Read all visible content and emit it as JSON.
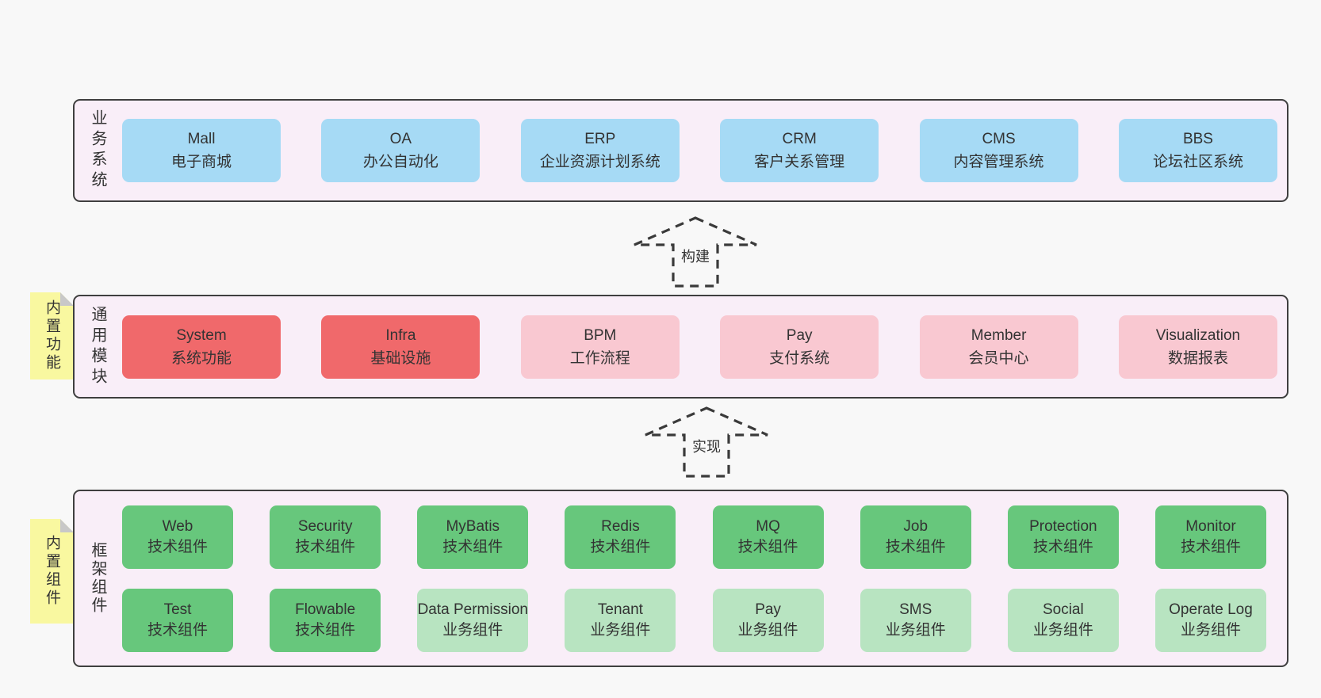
{
  "colors": {
    "page_bg": "#f8f8f8",
    "panel_bg": "#f9eef8",
    "panel_border": "#3f3f3f",
    "blue_box": "#a6daf5",
    "red_box": "#f0696b",
    "pink_box": "#f9c8d1",
    "green_box": "#67c77c",
    "green_light_box": "#b8e4c1",
    "note_yellow": "#f9f8a0",
    "note_fold_gray": "#c8c8c8",
    "text": "#333333"
  },
  "arrows": [
    {
      "label": "构建"
    },
    {
      "label": "实现"
    }
  ],
  "sections": {
    "business": {
      "label": "业务系统",
      "boxes": [
        {
          "name": "Mall",
          "desc": "电子商城",
          "variant": "blue"
        },
        {
          "name": "OA",
          "desc": "办公自动化",
          "variant": "blue"
        },
        {
          "name": "ERP",
          "desc": "企业资源计划系统",
          "variant": "blue"
        },
        {
          "name": "CRM",
          "desc": "客户关系管理",
          "variant": "blue"
        },
        {
          "name": "CMS",
          "desc": "内容管理系统",
          "variant": "blue"
        },
        {
          "name": "BBS",
          "desc": "论坛社区系统",
          "variant": "blue"
        }
      ]
    },
    "modules": {
      "label": "通用模块",
      "note": "内置功能",
      "boxes": [
        {
          "name": "System",
          "desc": "系统功能",
          "variant": "red"
        },
        {
          "name": "Infra",
          "desc": "基础设施",
          "variant": "red"
        },
        {
          "name": "BPM",
          "desc": "工作流程",
          "variant": "pink"
        },
        {
          "name": "Pay",
          "desc": "支付系统",
          "variant": "pink"
        },
        {
          "name": "Member",
          "desc": "会员中心",
          "variant": "pink"
        },
        {
          "name": "Visualization",
          "desc": "数据报表",
          "variant": "pink"
        }
      ]
    },
    "framework": {
      "label": "框架组件",
      "note": "内置组件",
      "rows": [
        [
          {
            "name": "Web",
            "desc": "技术组件",
            "variant": "green"
          },
          {
            "name": "Security",
            "desc": "技术组件",
            "variant": "green"
          },
          {
            "name": "MyBatis",
            "desc": "技术组件",
            "variant": "green"
          },
          {
            "name": "Redis",
            "desc": "技术组件",
            "variant": "green"
          },
          {
            "name": "MQ",
            "desc": "技术组件",
            "variant": "green"
          },
          {
            "name": "Job",
            "desc": "技术组件",
            "variant": "green"
          },
          {
            "name": "Protection",
            "desc": "技术组件",
            "variant": "green"
          },
          {
            "name": "Monitor",
            "desc": "技术组件",
            "variant": "green"
          }
        ],
        [
          {
            "name": "Test",
            "desc": "技术组件",
            "variant": "green"
          },
          {
            "name": "Flowable",
            "desc": "技术组件",
            "variant": "green"
          },
          {
            "name": "Data Permission",
            "desc": "业务组件",
            "variant": "green-light"
          },
          {
            "name": "Tenant",
            "desc": "业务组件",
            "variant": "green-light"
          },
          {
            "name": "Pay",
            "desc": "业务组件",
            "variant": "green-light"
          },
          {
            "name": "SMS",
            "desc": "业务组件",
            "variant": "green-light"
          },
          {
            "name": "Social",
            "desc": "业务组件",
            "variant": "green-light"
          },
          {
            "name": "Operate Log",
            "desc": "业务组件",
            "variant": "green-light"
          }
        ]
      ]
    }
  }
}
